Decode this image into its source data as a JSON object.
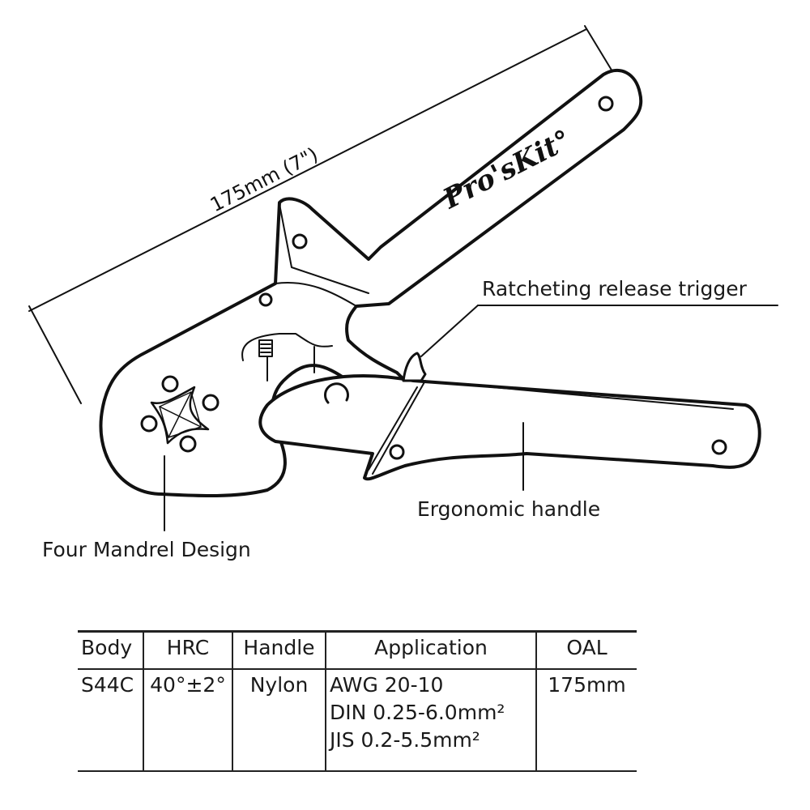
{
  "dimension": {
    "label": "175mm (7\")"
  },
  "brand": {
    "logo_text": "Pro'sKit"
  },
  "callouts": {
    "trigger": "Ratcheting release trigger",
    "handle": "Ergonomic handle",
    "mandrel": "Four Mandrel Design"
  },
  "spec_table": {
    "headers": [
      "Body",
      "HRC",
      "Handle",
      "Application",
      "OAL"
    ],
    "row": {
      "body": "S44C",
      "hrc": "40°±2°",
      "handle": "Nylon",
      "application": [
        "AWG 20-10",
        "DIN 0.25-6.0mm²",
        "JIS 0.2-5.5mm²"
      ],
      "oal": "175mm"
    }
  }
}
